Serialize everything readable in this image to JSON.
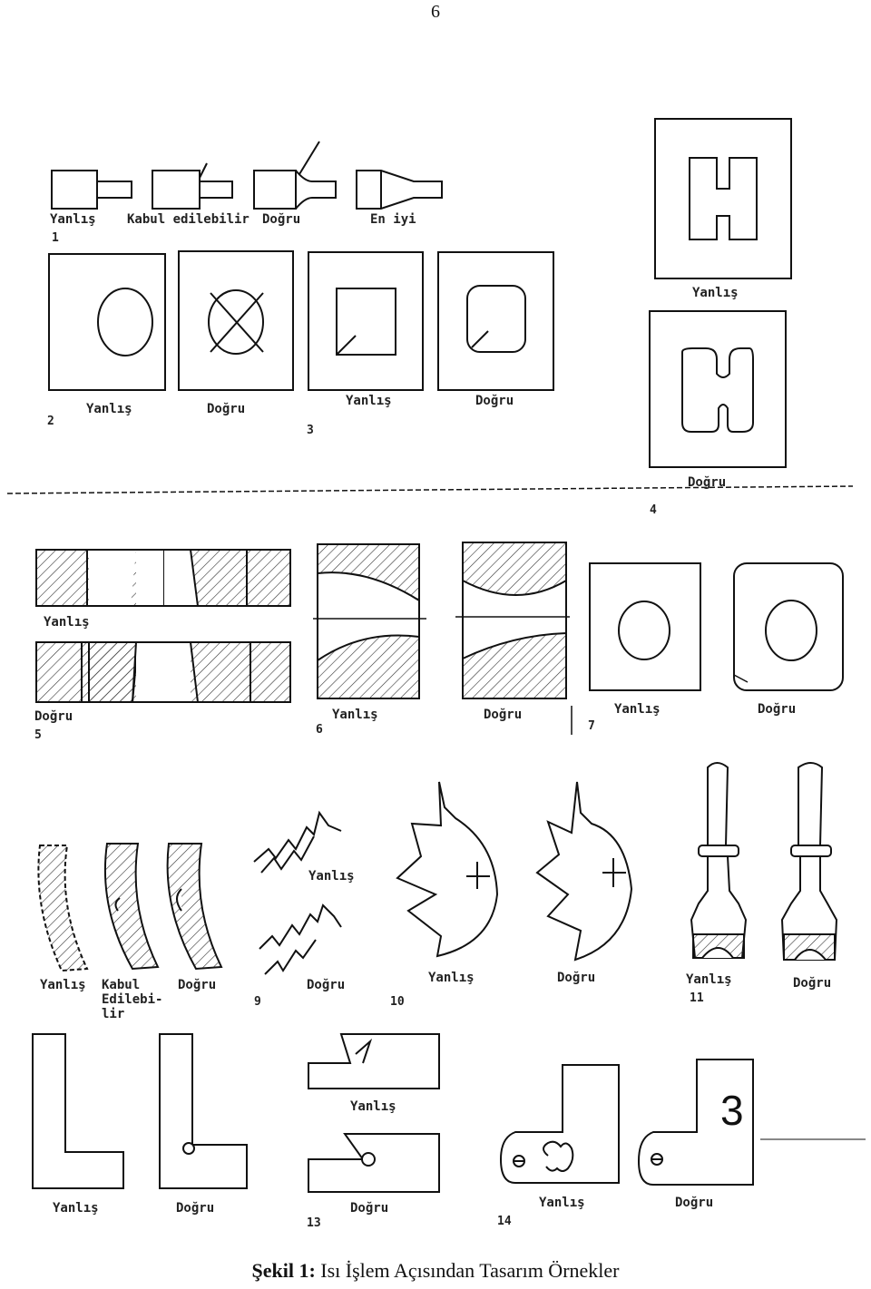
{
  "page_number": "6",
  "caption": {
    "label": "Şekil 1:",
    "text": "Isı İşlem Açısından Tasarım Örnekler"
  },
  "figures": {
    "f1": {
      "wrong": "Yanlış",
      "acceptable": "Kabul edilebilir",
      "right": "Doğru",
      "best": "En iyi",
      "num": "1"
    },
    "f2": {
      "wrong": "Yanlış",
      "right": "Doğru",
      "num": "2"
    },
    "f3": {
      "wrong": "Yanlış",
      "right": "Doğru",
      "num": "3"
    },
    "f4": {
      "wrong": "Yanlış",
      "right": "Doğru",
      "num": "4"
    },
    "f5": {
      "wrong": "Yanlış",
      "right": "Doğru",
      "num": "5"
    },
    "f6": {
      "wrong": "Yanlış",
      "right": "Doğru",
      "num": "6"
    },
    "f7": {
      "wrong": "Yanlış",
      "right": "Doğru",
      "num": "7"
    },
    "f8": {
      "wrong": "Yanlış",
      "acceptable_1": "Kabul",
      "acceptable_2": "Edilebi-",
      "acceptable_3": "lir",
      "right": "Doğru"
    },
    "f9": {
      "wrong": "Yanlış",
      "right": "Doğru",
      "num": "9"
    },
    "f10": {
      "wrong": "Yanlış",
      "right": "Doğru",
      "num": "10"
    },
    "f11": {
      "wrong": "Yanlış",
      "right": "Doğru",
      "num": "11"
    },
    "f12": {
      "wrong": "Yanlış",
      "right": "Doğru"
    },
    "f13": {
      "wrong": "Yanlış",
      "right": "Doğru",
      "num": "13"
    },
    "f14": {
      "wrong": "Yanlış",
      "right": "Doğru",
      "num": "14",
      "digit": "3"
    }
  }
}
